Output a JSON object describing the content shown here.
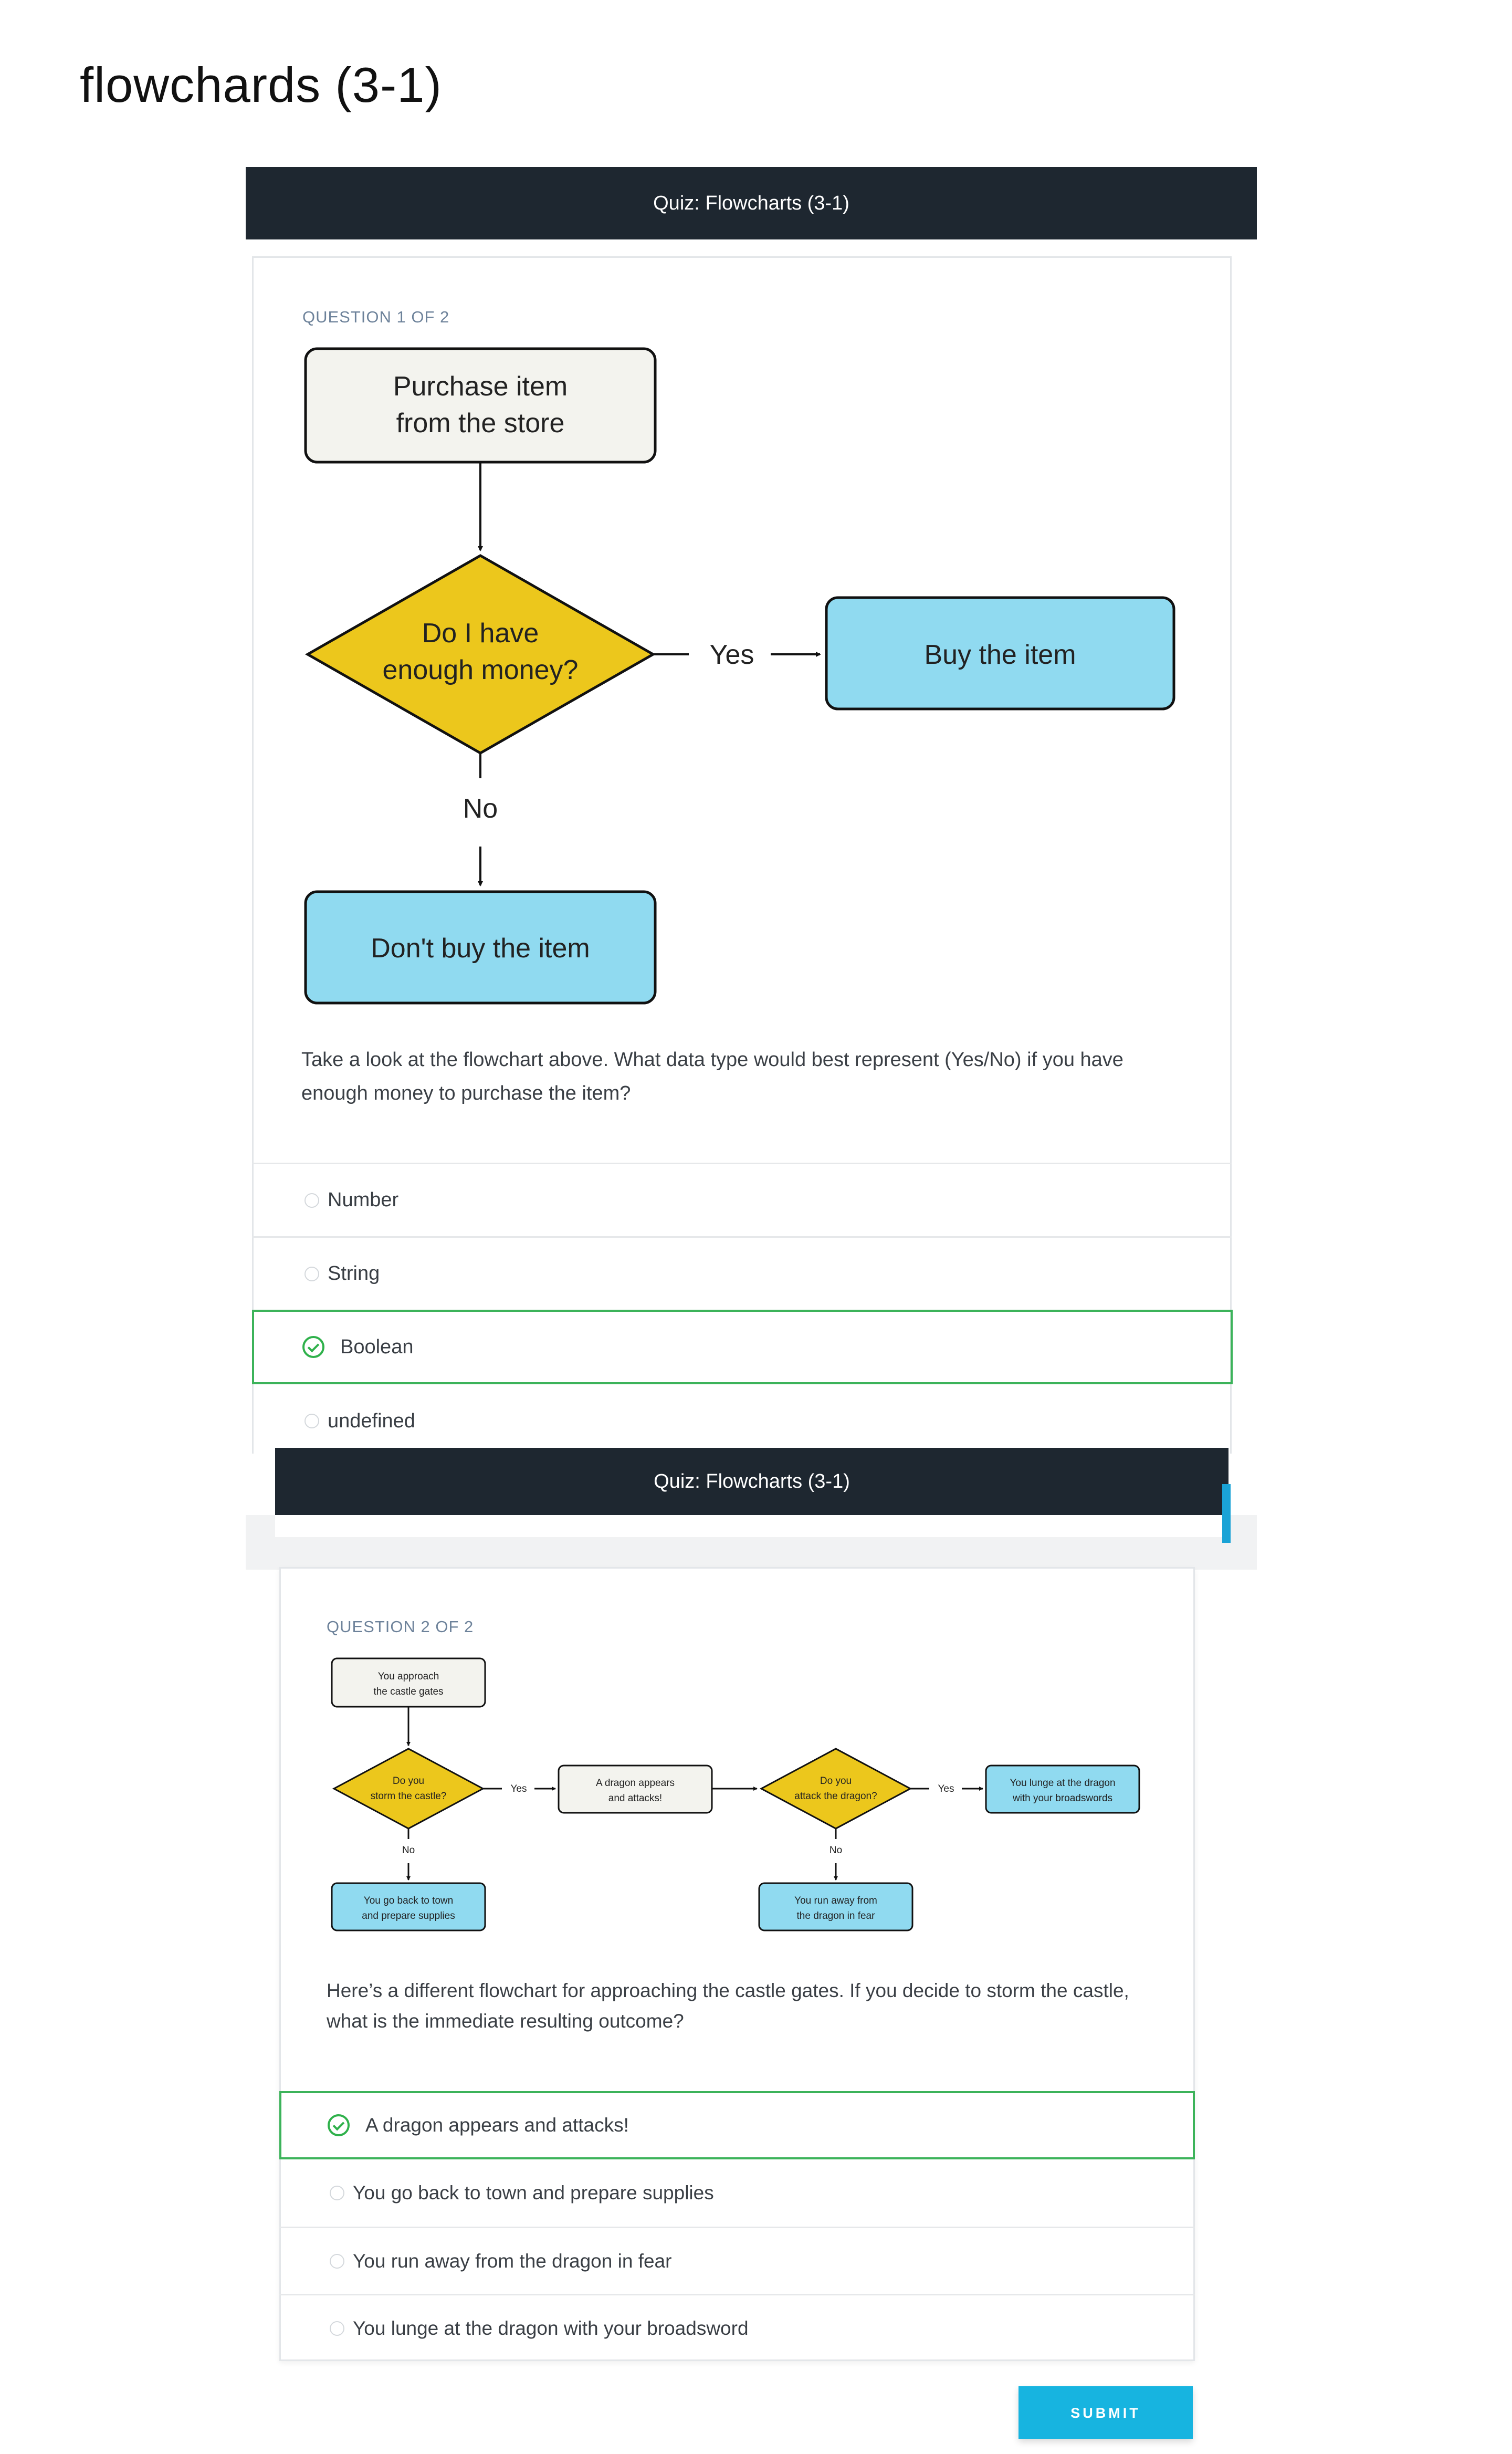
{
  "page": {
    "title": "flowchards (3-1)"
  },
  "quiz_header": {
    "title": "Quiz: Flowcharts (3-1)"
  },
  "question1": {
    "label": "QUESTION 1 OF 2",
    "flowchart": {
      "start": [
        "Purchase item",
        "from the store"
      ],
      "decision": [
        "Do I have",
        "enough money?"
      ],
      "yes_label": "Yes",
      "no_label": "No",
      "yes_result": "Buy the item",
      "no_result": "Don't buy the item"
    },
    "text_line1": "Take a look at the flowchart above. What data type would best represent (Yes/No) if you have",
    "text_line2": "enough money to purchase the item?",
    "options": [
      "Number",
      "String",
      "Boolean",
      "undefined"
    ],
    "selected": "Boolean"
  },
  "question2": {
    "label": "QUESTION 2 OF 2",
    "flowchart": {
      "start": [
        "You approach",
        "the castle gates"
      ],
      "decision1": [
        "Do you",
        "storm the castle?"
      ],
      "yes1": "Yes",
      "no1": "No",
      "dragon": [
        "A dragon appears",
        "and attacks!"
      ],
      "decision2": [
        "Do you",
        "attack the dragon?"
      ],
      "yes2": "Yes",
      "no2": "No",
      "lunge": [
        "You lunge at the dragon",
        "with your broadswords"
      ],
      "back": [
        "You go back to town",
        "and prepare supplies"
      ],
      "run": [
        "You run away from",
        "the dragon in fear"
      ]
    },
    "text_line1": "Here’s a different flowchart for approaching the castle gates. If you decide to storm the castle,",
    "text_line2": "what is the immediate resulting outcome?",
    "options": [
      "A dragon appears and attacks!",
      "You go back to town and prepare supplies",
      "You run away from the dragon in fear",
      "You lunge at the dragon with your broadsword"
    ],
    "selected": "A dragon appears and attacks!"
  },
  "submit_label": "SUBMIT",
  "colors": {
    "header": "#1e2730",
    "decision": "#ecc71c",
    "outcome": "#90daf0",
    "start": "#f3f3ee",
    "selected": "#3cb35a",
    "submit": "#17b4e0"
  }
}
